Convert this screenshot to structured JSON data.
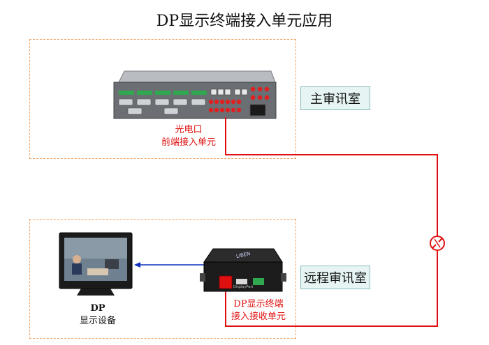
{
  "title": "DP显示终端接入单元应用",
  "rooms": {
    "main": "主审讯室",
    "remote": "远程审讯室"
  },
  "labels": {
    "optical_line1": "光电口",
    "optical_line2": "前端接入单元",
    "receiver_line1": "DP显示终端",
    "receiver_line2": "接入接收单元",
    "dp_line1": "DP",
    "dp_line2": "显示设备",
    "device_brand": "LIBEN",
    "port_label": "DisplayPort"
  },
  "colors": {
    "fiber": "#e01010",
    "signal_arrow": "#1030c0",
    "zone_border": "#f0a060",
    "room_fill": "#e6f4f4"
  }
}
